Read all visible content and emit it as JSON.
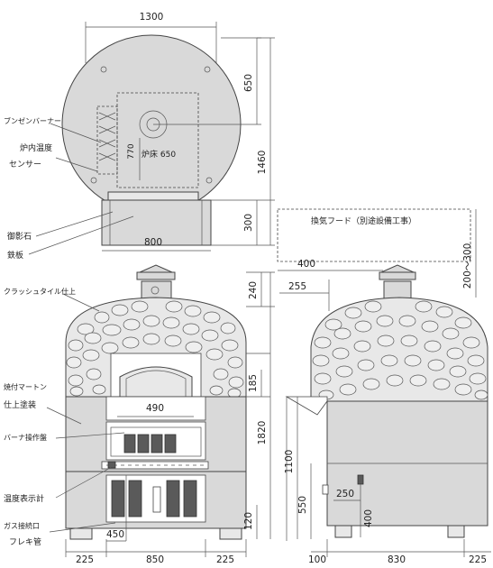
{
  "dimensions": {
    "top_width": "1300",
    "upper_650": "650",
    "overall_1460": "1460",
    "stand_300": "300",
    "inner_770": "770",
    "hearth": "炉床  650",
    "stand_800": "800",
    "front_240": "240",
    "front_185": "185",
    "opening_490": "490",
    "front_1820": "1820",
    "front_1100": "1100",
    "front_550": "550",
    "front_120": "120",
    "gas_450": "450",
    "bottom_left_225": "225",
    "bottom_center_850": "850",
    "bottom_right_225": "225",
    "side_400_top": "400",
    "side_255": "255",
    "hood_range": "200〜300",
    "side_250": "250",
    "side_400_low": "400",
    "side_100": "100",
    "side_830": "830",
    "side_225": "225"
  },
  "labels": {
    "burner": "ブンゼンバーナー",
    "temp_sensor_1": "炉内温度",
    "temp_sensor_2": "センサー",
    "stone": "御影石",
    "iron_plate": "鉄板",
    "crush_tile": "クラッシュタイル仕上",
    "mortar_1": "焼付マートン",
    "mortar_2": "仕上塗装",
    "burner_panel": "バーナ操作盤",
    "thermometer": "温度表示計",
    "gas_port_1": "ガス接続口",
    "gas_port_2": "フレキ管",
    "hood": "換気フード（別途設備工事）"
  },
  "colors": {
    "body_fill": "#d9d9d9",
    "line": "#333333",
    "panel_dark": "#5a5a5a"
  }
}
